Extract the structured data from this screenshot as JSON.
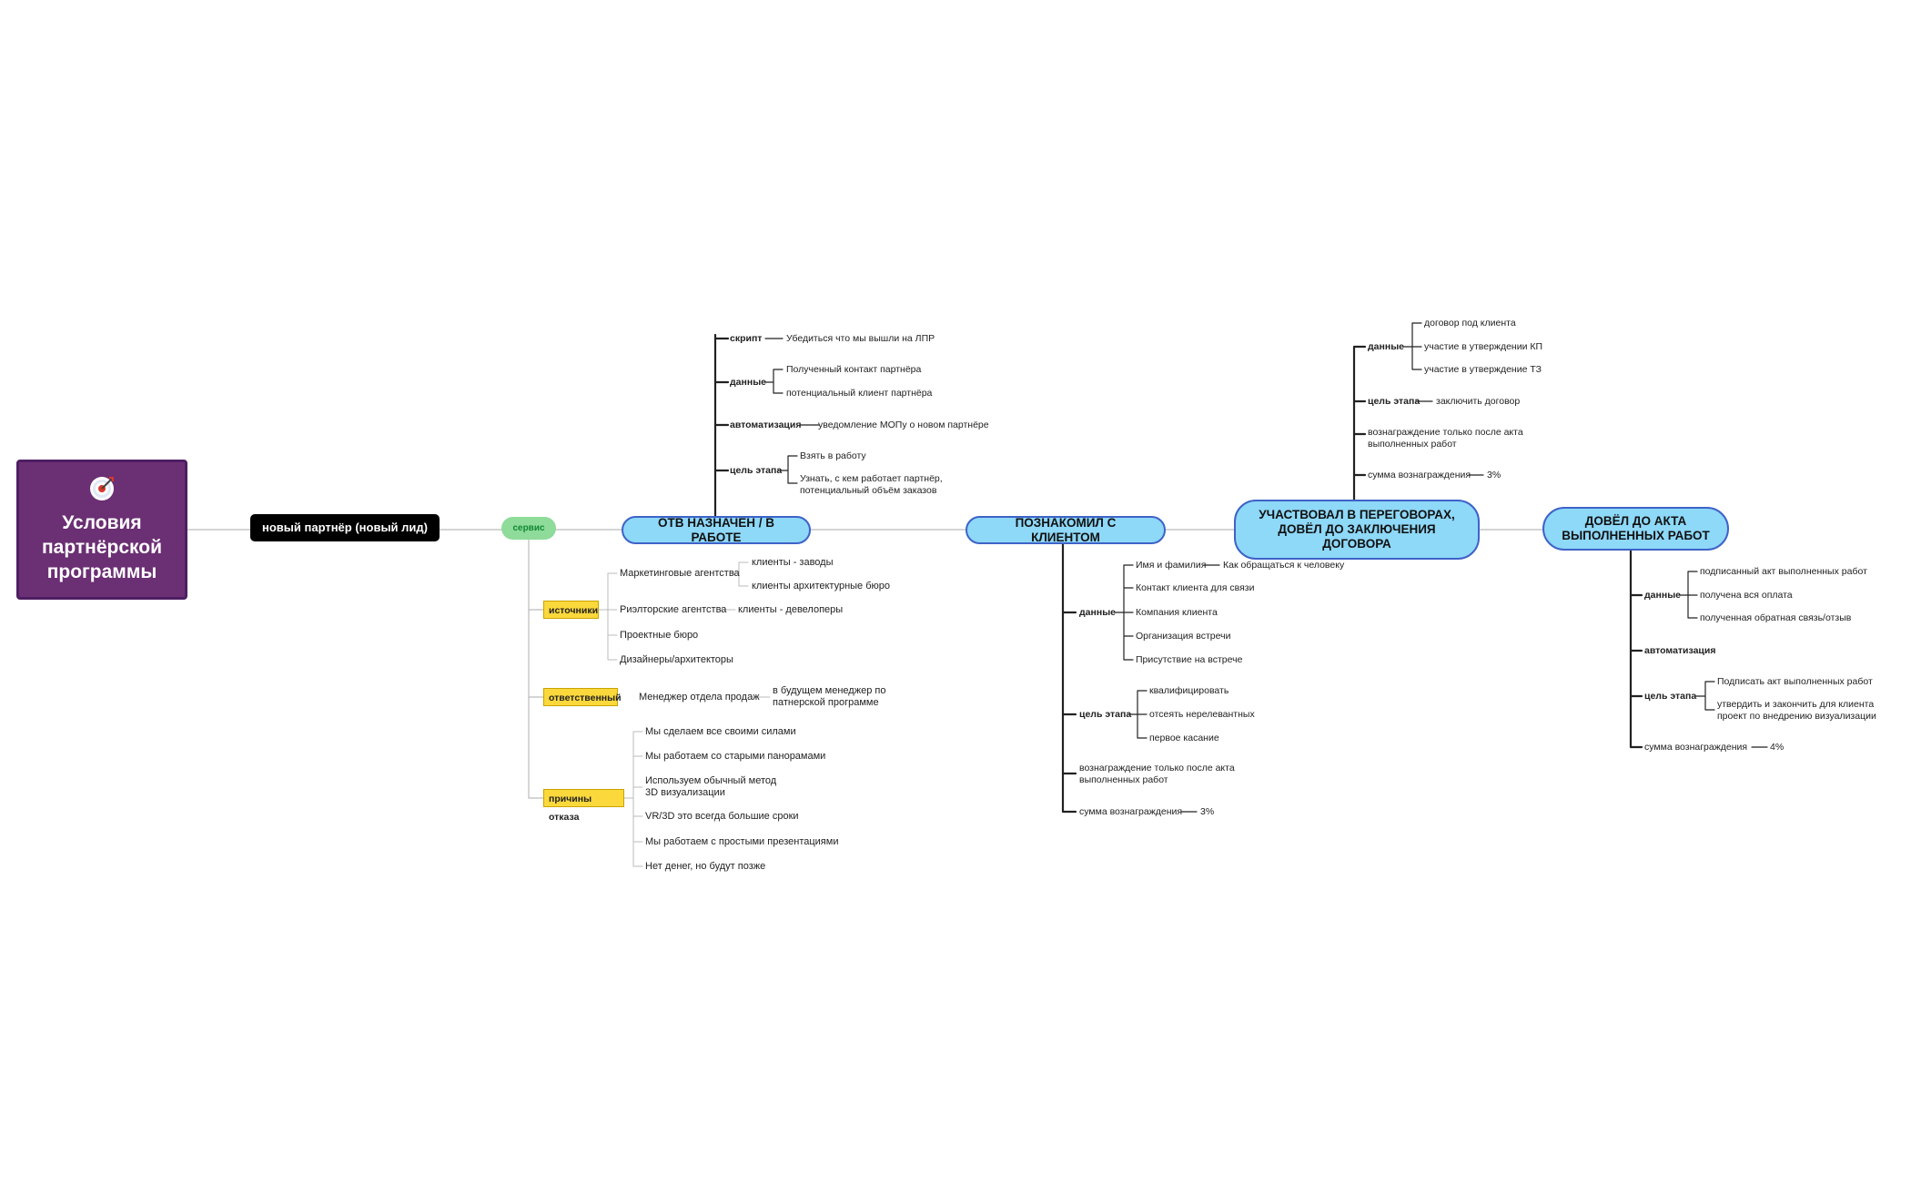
{
  "root": {
    "title": "Условия\nпартнёрской\nпрограммы",
    "icon": "target-icon",
    "color": "#6b2f73"
  },
  "lead": {
    "label": "новый партнёр (новый лид)"
  },
  "service": {
    "label": "сервис",
    "sources": {
      "label": "источники",
      "items": [
        {
          "label": "Маркетинговые агентства",
          "children": [
            "клиенты - заводы",
            "клиенты архитектурные бюро"
          ]
        },
        {
          "label": "Риэлторские агентства",
          "children": [
            "клиенты - девелоперы"
          ]
        },
        {
          "label": "Проектные бюро",
          "children": []
        },
        {
          "label": "Дизайнеры/архитекторы",
          "children": []
        }
      ]
    },
    "responsible": {
      "label": "ответственный",
      "item": "Менеджер отдела продаж",
      "child": "в будущем менеджер по патнерской программе"
    },
    "refusal": {
      "label": "причины отказа",
      "items": [
        "Мы сделаем все своими силами",
        "Мы работаем со старыми панорамами",
        "Используем обычный метод 3D визуализации",
        "VR/3D это всегда большие сроки",
        "Мы работаем с простыми презентациями",
        "Нет денег, но будут позже"
      ]
    }
  },
  "stage1": {
    "label": "ОТВ НАЗНАЧЕН / В РАБОТЕ",
    "script": {
      "label": "скрипт",
      "value": "Убедиться что мы вышли на ЛПР"
    },
    "data": {
      "label": "данные",
      "items": [
        "Полученный контакт партнёра",
        "потенциальный клиент партнёра"
      ]
    },
    "automation": {
      "label": "автоматизация",
      "value": "уведомление МОПу о новом партнёре"
    },
    "goal": {
      "label": "цель этапа",
      "items": [
        "Взять в работу",
        "Узнать, с кем работает партнёр, потенциальный объём заказов"
      ]
    }
  },
  "stage2": {
    "label": "ПОЗНАКОМИЛ С КЛИЕНТОМ",
    "data": {
      "label": "данные",
      "items": [
        "Имя и фамилия",
        "Контакт клиента для связи",
        "Компания клиента",
        "Организация встречи",
        "Присутствие на встрече"
      ],
      "name_note": "Как обращаться к человеку"
    },
    "goal": {
      "label": "цель этапа",
      "items": [
        "квалифицировать",
        "отсеять нерелевантных",
        "первое касание"
      ]
    },
    "reward_note": "вознаграждение только после акта выполненных работ",
    "reward": {
      "label": "сумма вознаграждения",
      "value": "3%"
    }
  },
  "stage3": {
    "label": "УЧАСТВОВАЛ В ПЕРЕГОВОРАХ,\nДОВЁЛ ДО ЗАКЛЮЧЕНИЯ\nДОГОВОРА",
    "data": {
      "label": "данные",
      "items": [
        "договор под клиента",
        "участие в утверждении КП",
        "участие в утверждение ТЗ"
      ]
    },
    "goal": {
      "label": "цель этапа",
      "value": "заключить договор"
    },
    "reward_note": "вознаграждение только после акта выполненных работ",
    "reward": {
      "label": "сумма вознаграждения",
      "value": "3%"
    }
  },
  "stage4": {
    "label": "ДОВЁЛ ДО АКТА\nВЫПОЛНЕННЫХ РАБОТ",
    "data": {
      "label": "данные",
      "items": [
        "подписанный акт выполненных работ",
        "получена вся оплата",
        "полученная обратная связь/отзыв"
      ]
    },
    "automation": {
      "label": "автоматизация"
    },
    "goal": {
      "label": "цель этапа",
      "items": [
        "Подписать акт выполненных работ",
        "утвердить и закончить для клиента проект по внедрению визуализации"
      ]
    },
    "reward": {
      "label": "сумма вознаграждения",
      "value": "4%"
    }
  },
  "colors": {
    "stage_fill": "#8ed8f8",
    "stage_border": "#3e63c8",
    "category_fill": "#fbd83b",
    "service_fill": "#8edb9a",
    "lead_fill": "#000000"
  }
}
